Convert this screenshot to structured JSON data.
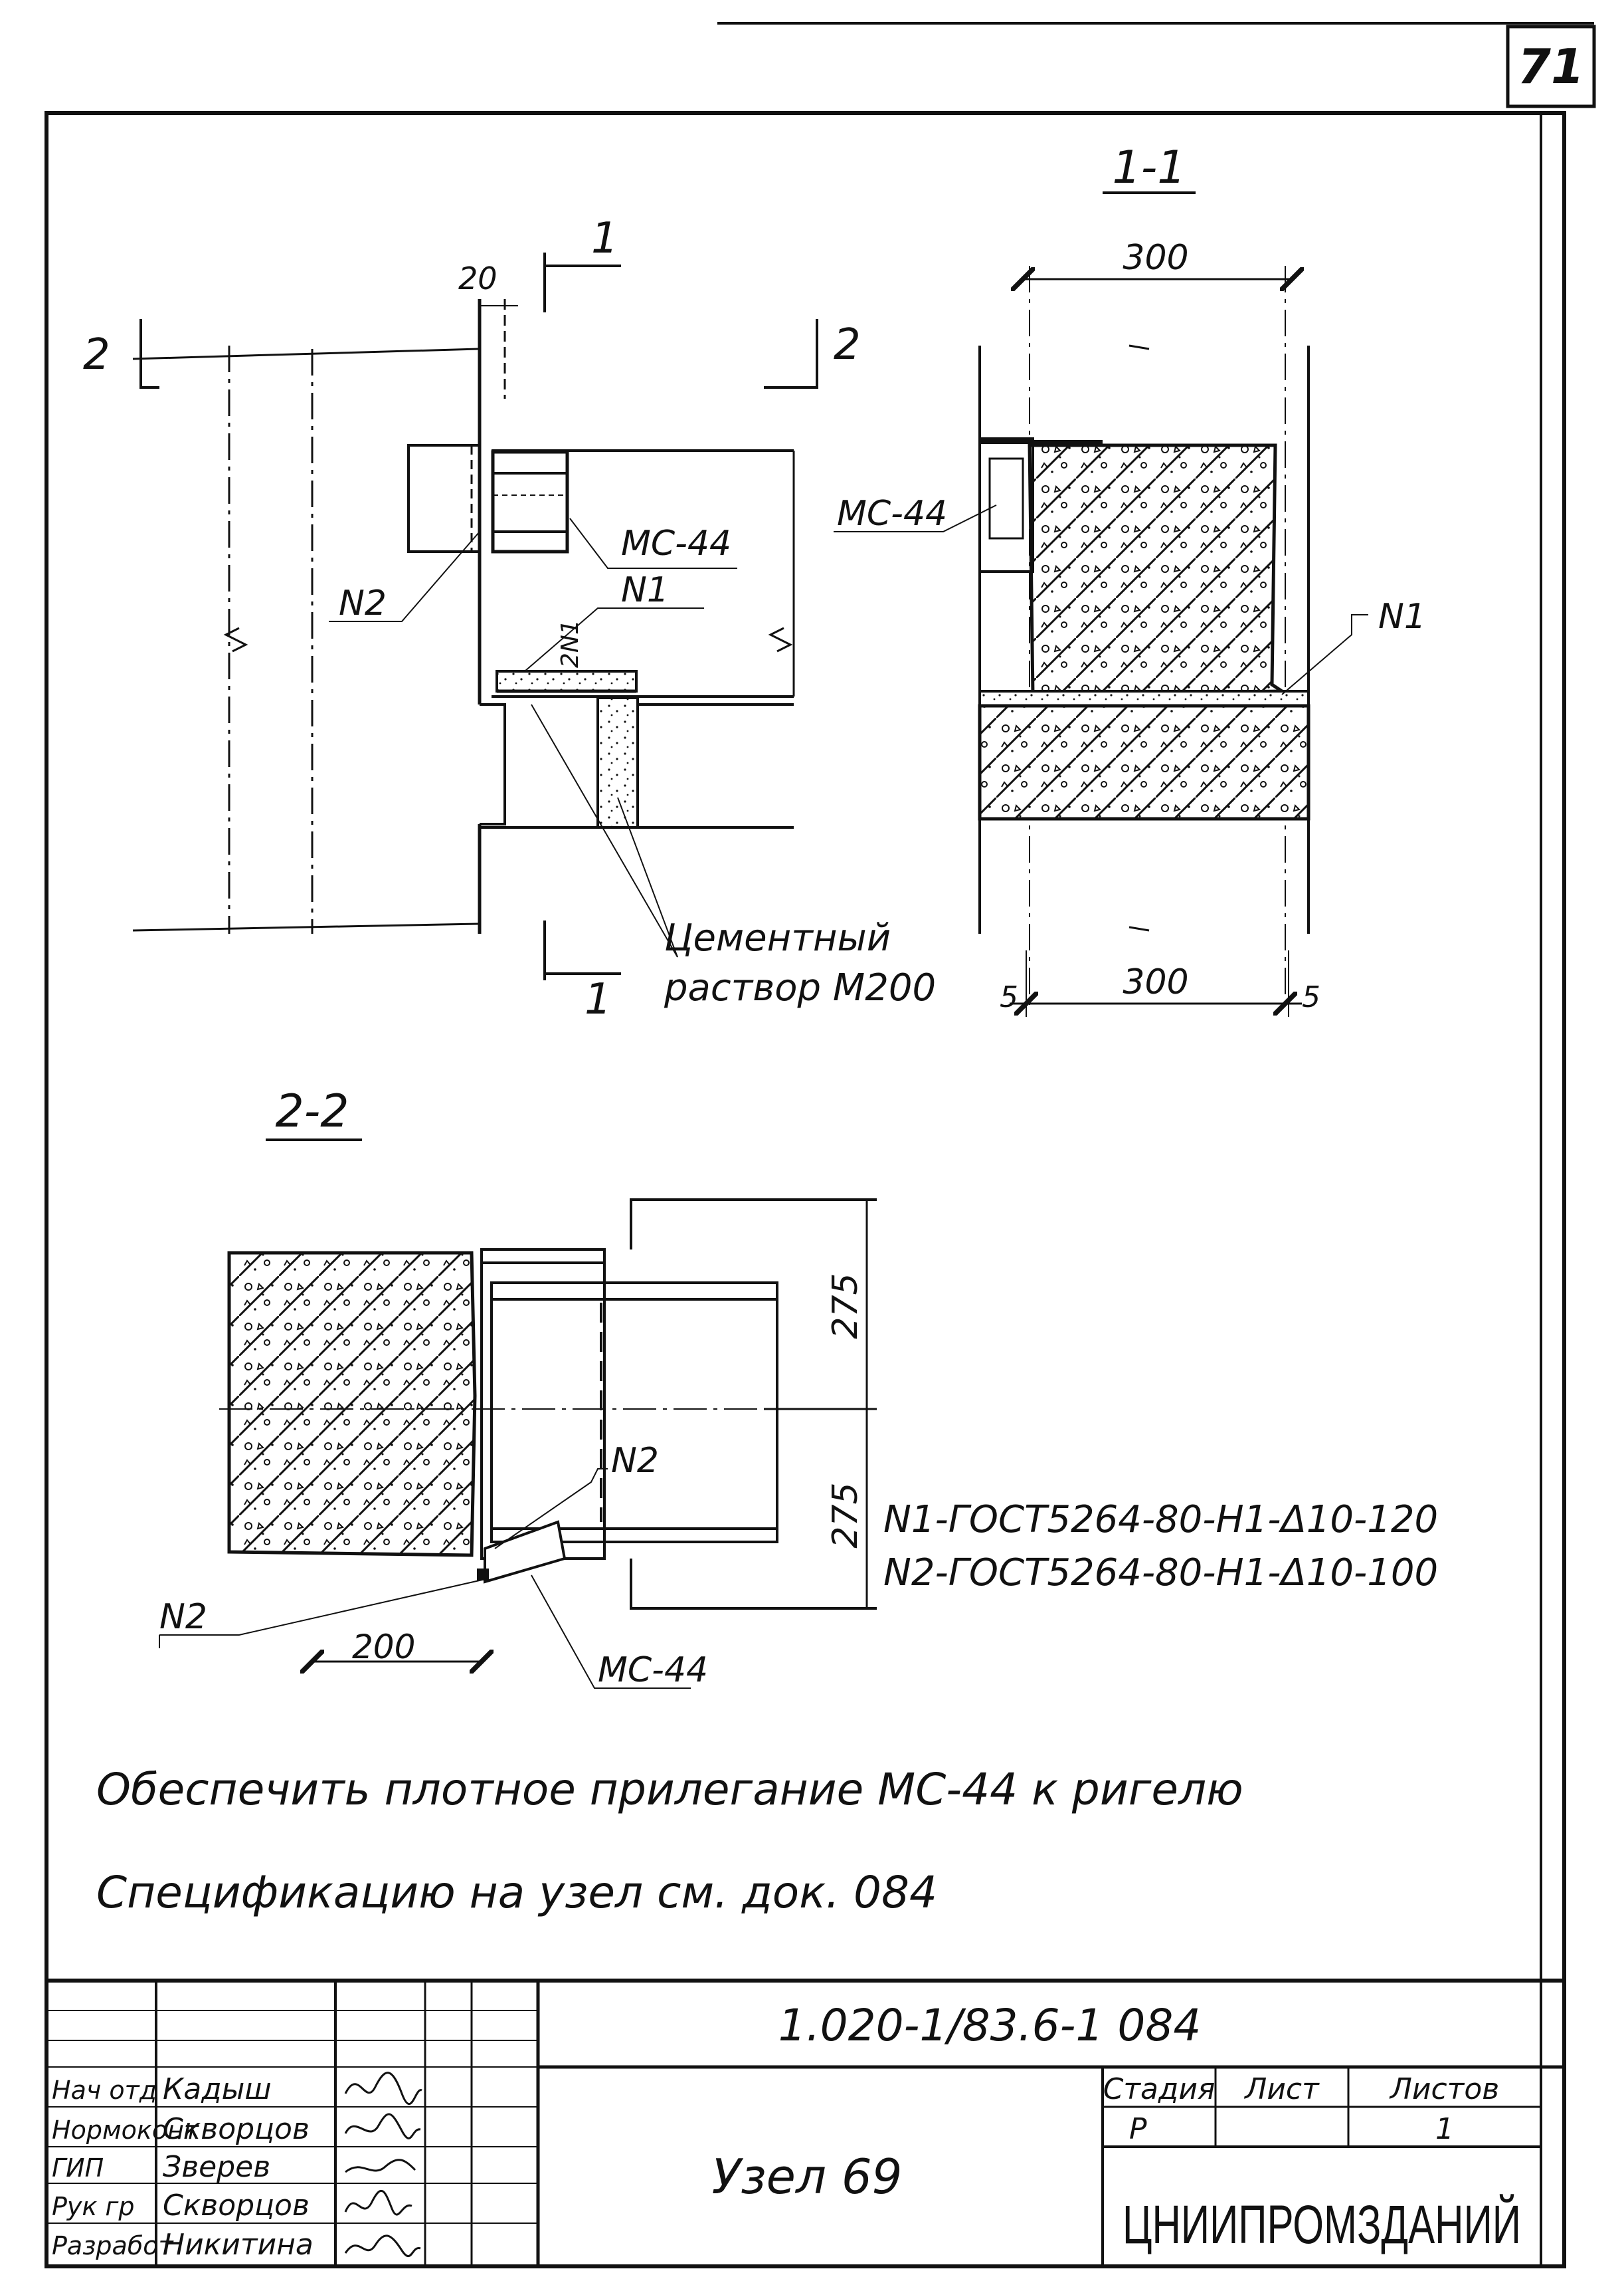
{
  "sheet_number": "71",
  "section_1_1": {
    "title": "1-1",
    "dim_top": "300",
    "dim_bottom": "300",
    "dim_gap_left": "5",
    "dim_gap_right": "5",
    "label_mc": "МС-44",
    "label_n1": "N1"
  },
  "elevation": {
    "section_mark_1_top": "1",
    "section_mark_1_bottom": "1",
    "section_mark_2_left": "2",
    "section_mark_2_right": "2",
    "dim_20": "20",
    "label_mc": "МС-44",
    "label_n1": "N1",
    "label_n2": "N2",
    "label_2n1": "2N1",
    "mortar_line1": "Цементный",
    "mortar_line2": "раствор М200"
  },
  "section_2_2": {
    "title": "2-2",
    "dim_upper": "275",
    "dim_lower": "275",
    "dim_200": "200",
    "label_n2_upper": "N2",
    "label_n2_lower": "N2",
    "label_mc": "МС-44"
  },
  "weld_specs": [
    "N1-ГОСТ5264-80-Н1-Δ10-120",
    "N2-ГОСТ5264-80-Н1-Δ10-100"
  ],
  "notes": [
    "Обеспечить плотное прилегание МС-44 к ригелю",
    "Спецификацию на узел см. док. 084"
  ],
  "title_block": {
    "doc_code": "1.020-1/83.6-1 084",
    "node_name": "Узел 69",
    "organization": "ЦНИИПРОМЗДАНИЙ",
    "stage_header": "Стадия",
    "sheet_header": "Лист",
    "sheets_header": "Листов",
    "stage_value": "Р",
    "sheets_value": "1",
    "roles": [
      "Нач отд",
      "Нормоконт",
      "ГИП",
      "Рук гр",
      "Разработ"
    ],
    "names": [
      "Кадыш",
      "Скворцов",
      "Зверев",
      "Скворцов",
      "Никитина"
    ]
  }
}
